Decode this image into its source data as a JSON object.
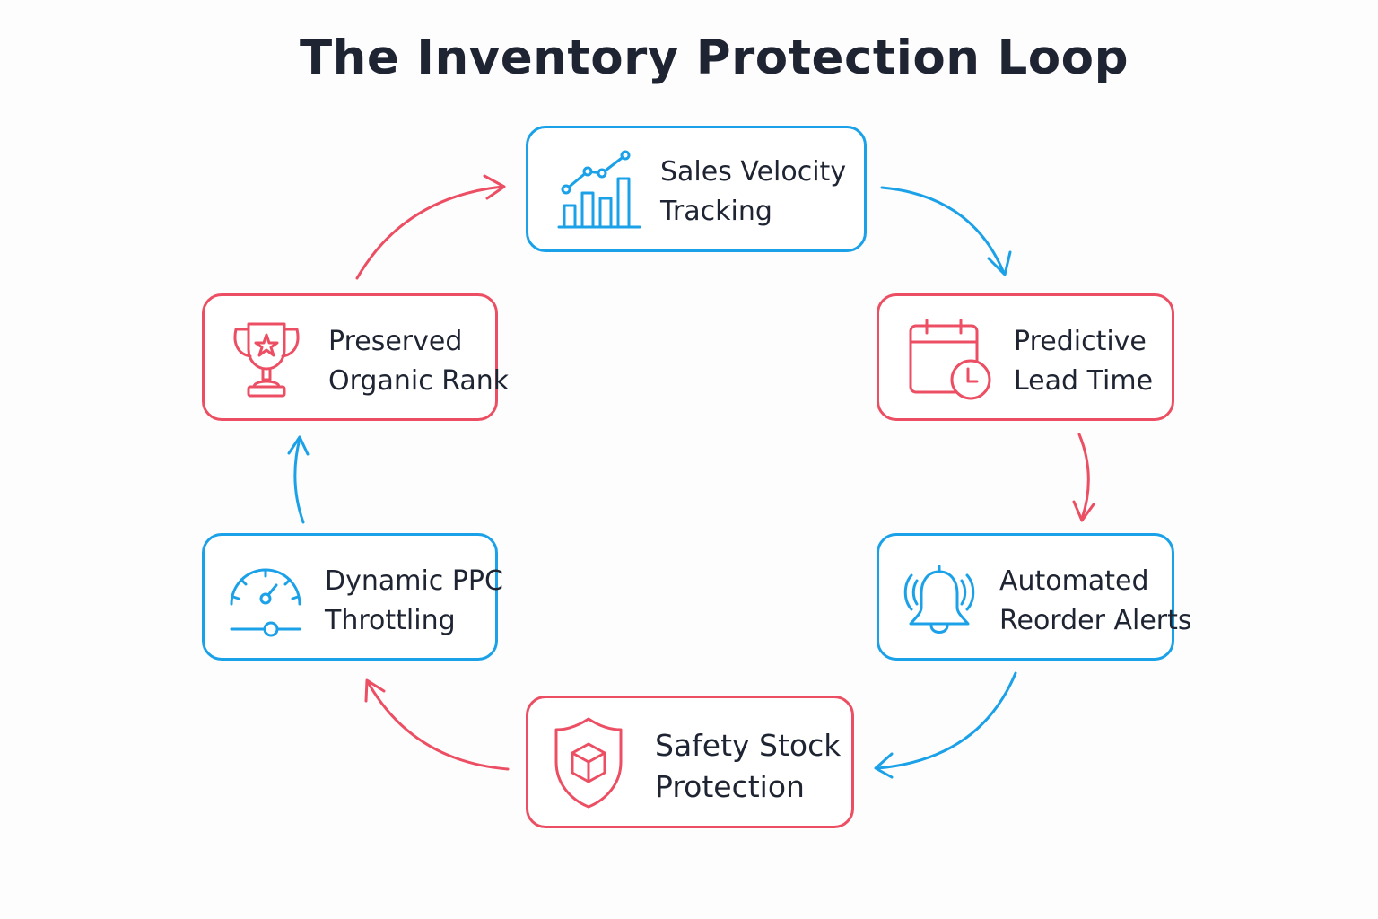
{
  "title": "The Inventory Protection Loop",
  "colors": {
    "blue": "#1ba1e8",
    "red": "#ec4f63",
    "text": "#1f2433"
  },
  "nodes": [
    {
      "id": "sales-velocity",
      "line1": "Sales Velocity",
      "line2": "Tracking",
      "icon": "bar-chart-trend-icon",
      "color": "blue"
    },
    {
      "id": "predictive-lead-time",
      "line1": "Predictive",
      "line2": "Lead Time",
      "icon": "calendar-clock-icon",
      "color": "red"
    },
    {
      "id": "automated-reorder-alerts",
      "line1": "Automated",
      "line2": "Reorder Alerts",
      "icon": "ringing-bell-icon",
      "color": "blue"
    },
    {
      "id": "safety-stock-protection",
      "line1": "Safety Stock",
      "line2": "Protection",
      "icon": "shield-box-icon",
      "color": "red"
    },
    {
      "id": "dynamic-ppc-throttling",
      "line1": "Dynamic PPC",
      "line2": "Throttling",
      "icon": "gauge-slider-icon",
      "color": "blue"
    },
    {
      "id": "preserved-organic-rank",
      "line1": "Preserved",
      "line2": "Organic Rank",
      "icon": "trophy-star-icon",
      "color": "red"
    }
  ],
  "flow": [
    {
      "from": "sales-velocity",
      "to": "predictive-lead-time",
      "color": "blue"
    },
    {
      "from": "predictive-lead-time",
      "to": "automated-reorder-alerts",
      "color": "red"
    },
    {
      "from": "automated-reorder-alerts",
      "to": "safety-stock-protection",
      "color": "blue"
    },
    {
      "from": "safety-stock-protection",
      "to": "dynamic-ppc-throttling",
      "color": "red"
    },
    {
      "from": "dynamic-ppc-throttling",
      "to": "preserved-organic-rank",
      "color": "blue"
    },
    {
      "from": "preserved-organic-rank",
      "to": "sales-velocity",
      "color": "red"
    }
  ]
}
